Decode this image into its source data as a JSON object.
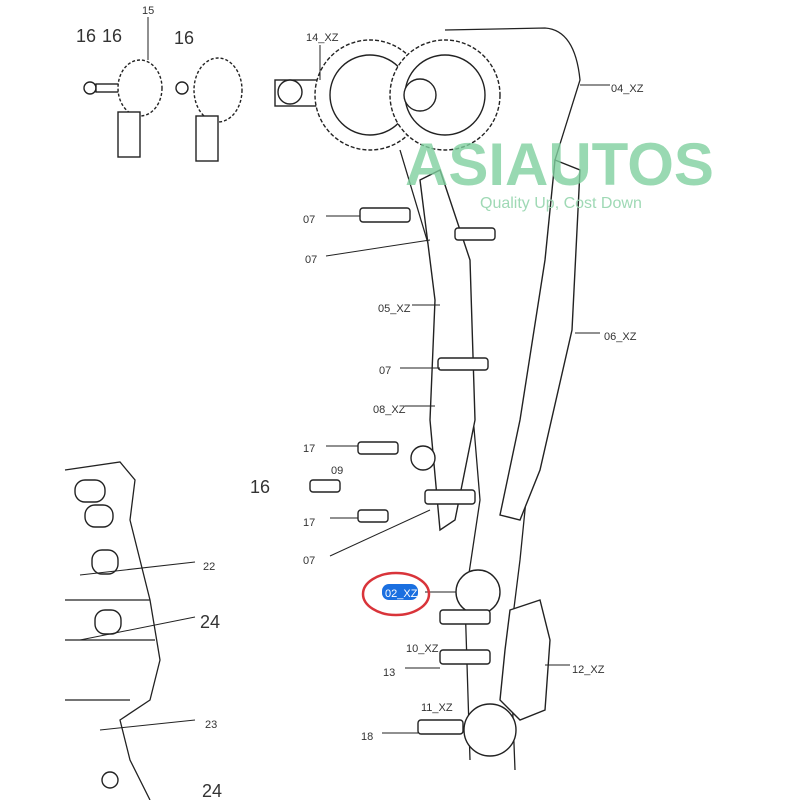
{
  "labels": {
    "l16a": "16",
    "l16b": "16",
    "l15": "15",
    "l16c": "16",
    "l14": "14_XZ",
    "l04": "04_XZ",
    "l07a": "07",
    "l07b": "07",
    "l05": "05_XZ",
    "l06": "06_XZ",
    "l07c": "07",
    "l08": "08_XZ",
    "l17a": "17",
    "l09": "09",
    "l16d": "16",
    "l17b": "17",
    "l07d": "07",
    "l22": "22",
    "l24a": "24",
    "l02": "02_XZ",
    "l10": "10_XZ",
    "l13": "13",
    "l12": "12_XZ",
    "l11": "11_XZ",
    "l18": "18",
    "l23": "23",
    "l24b": "24"
  },
  "highlight": {
    "part": "02_XZ",
    "color": "#1a6fe0",
    "ring_color": "#d9343a"
  },
  "watermark": {
    "brand": "ASIAUTOS",
    "slogan": "Quality Up, Cost Down",
    "color": "#7fcf9f"
  }
}
